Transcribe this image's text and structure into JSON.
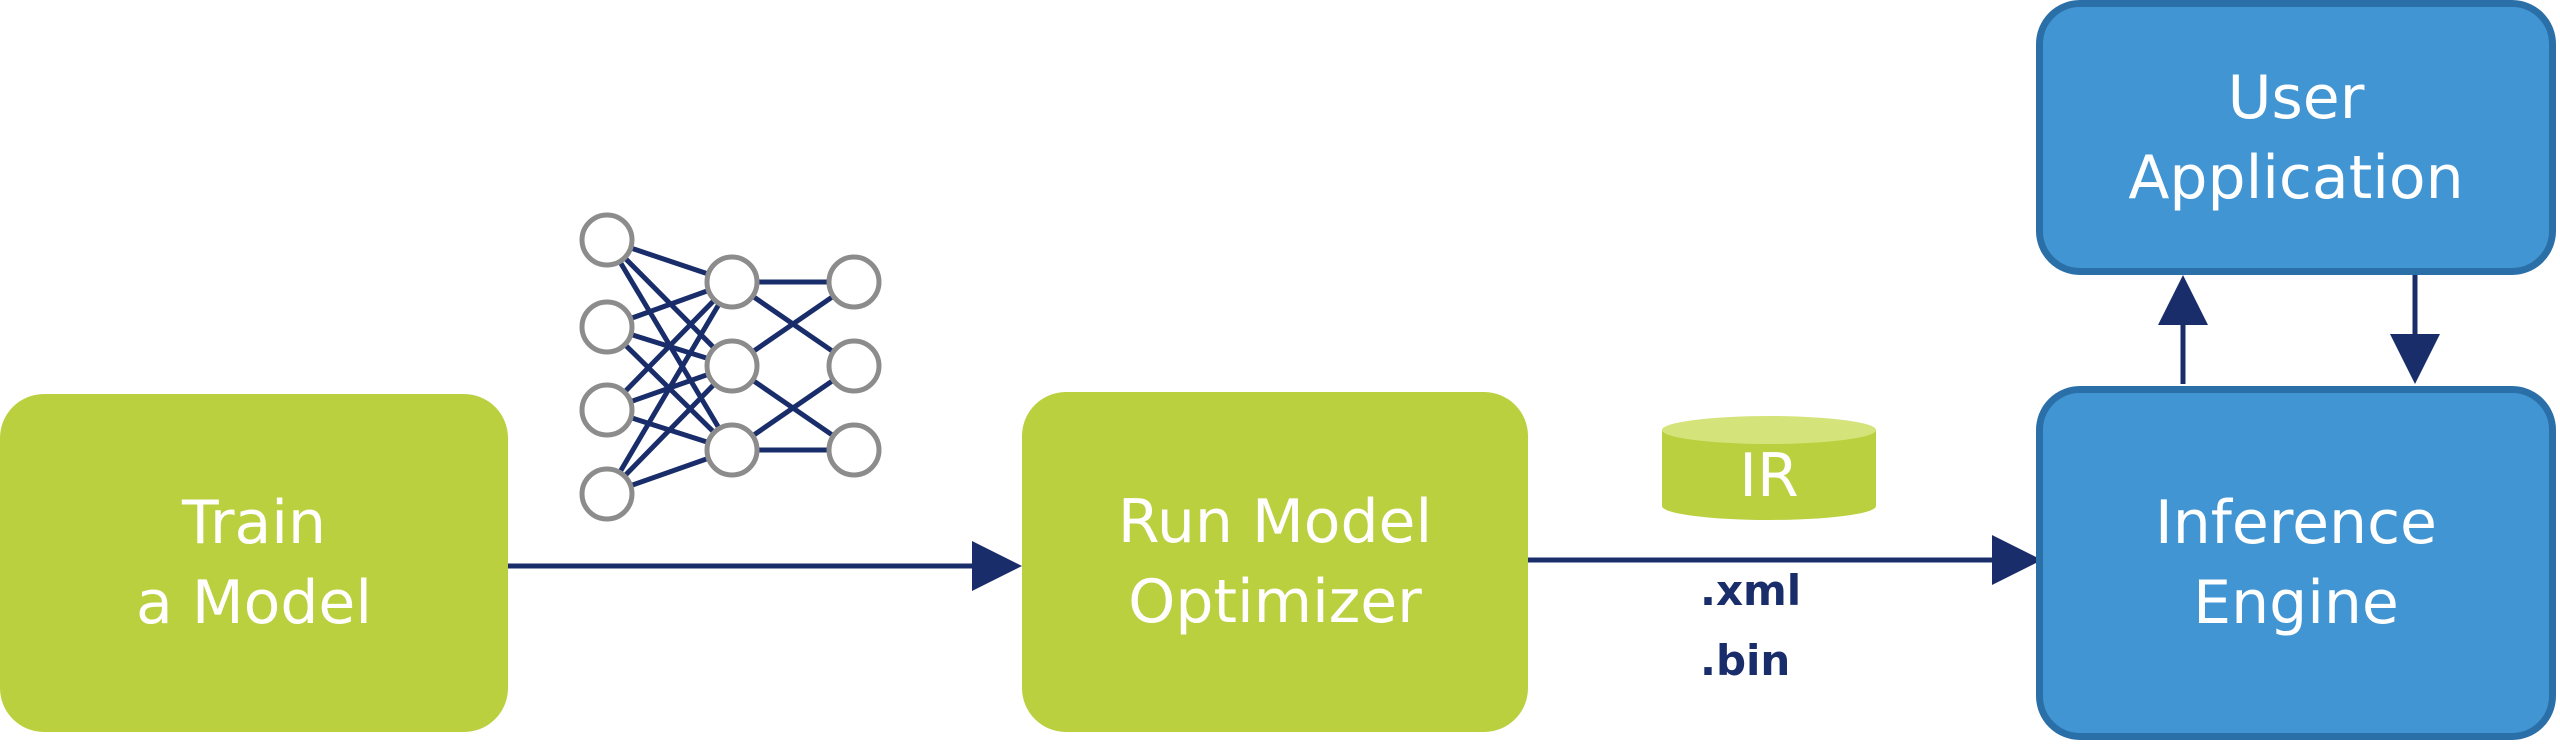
{
  "boxes": {
    "train": {
      "line1": "Train",
      "line2": "a Model"
    },
    "optimizer": {
      "line1": "Run Model",
      "line2": "Optimizer"
    },
    "engine": {
      "line1": "Inference",
      "line2": "Engine"
    },
    "user_app": {
      "line1": "User",
      "line2": "Application"
    }
  },
  "ir": {
    "label": "IR",
    "files": [
      ".xml",
      ".bin"
    ]
  },
  "colors": {
    "green": "#bbd03f",
    "blue": "#4195d3",
    "blue_border": "#2a6fa8",
    "arrow": "#1a2d6b",
    "node_stroke": "#8c8c8c"
  },
  "icons": {
    "network": "neural-network-icon",
    "ir": "database-cylinder-icon"
  }
}
